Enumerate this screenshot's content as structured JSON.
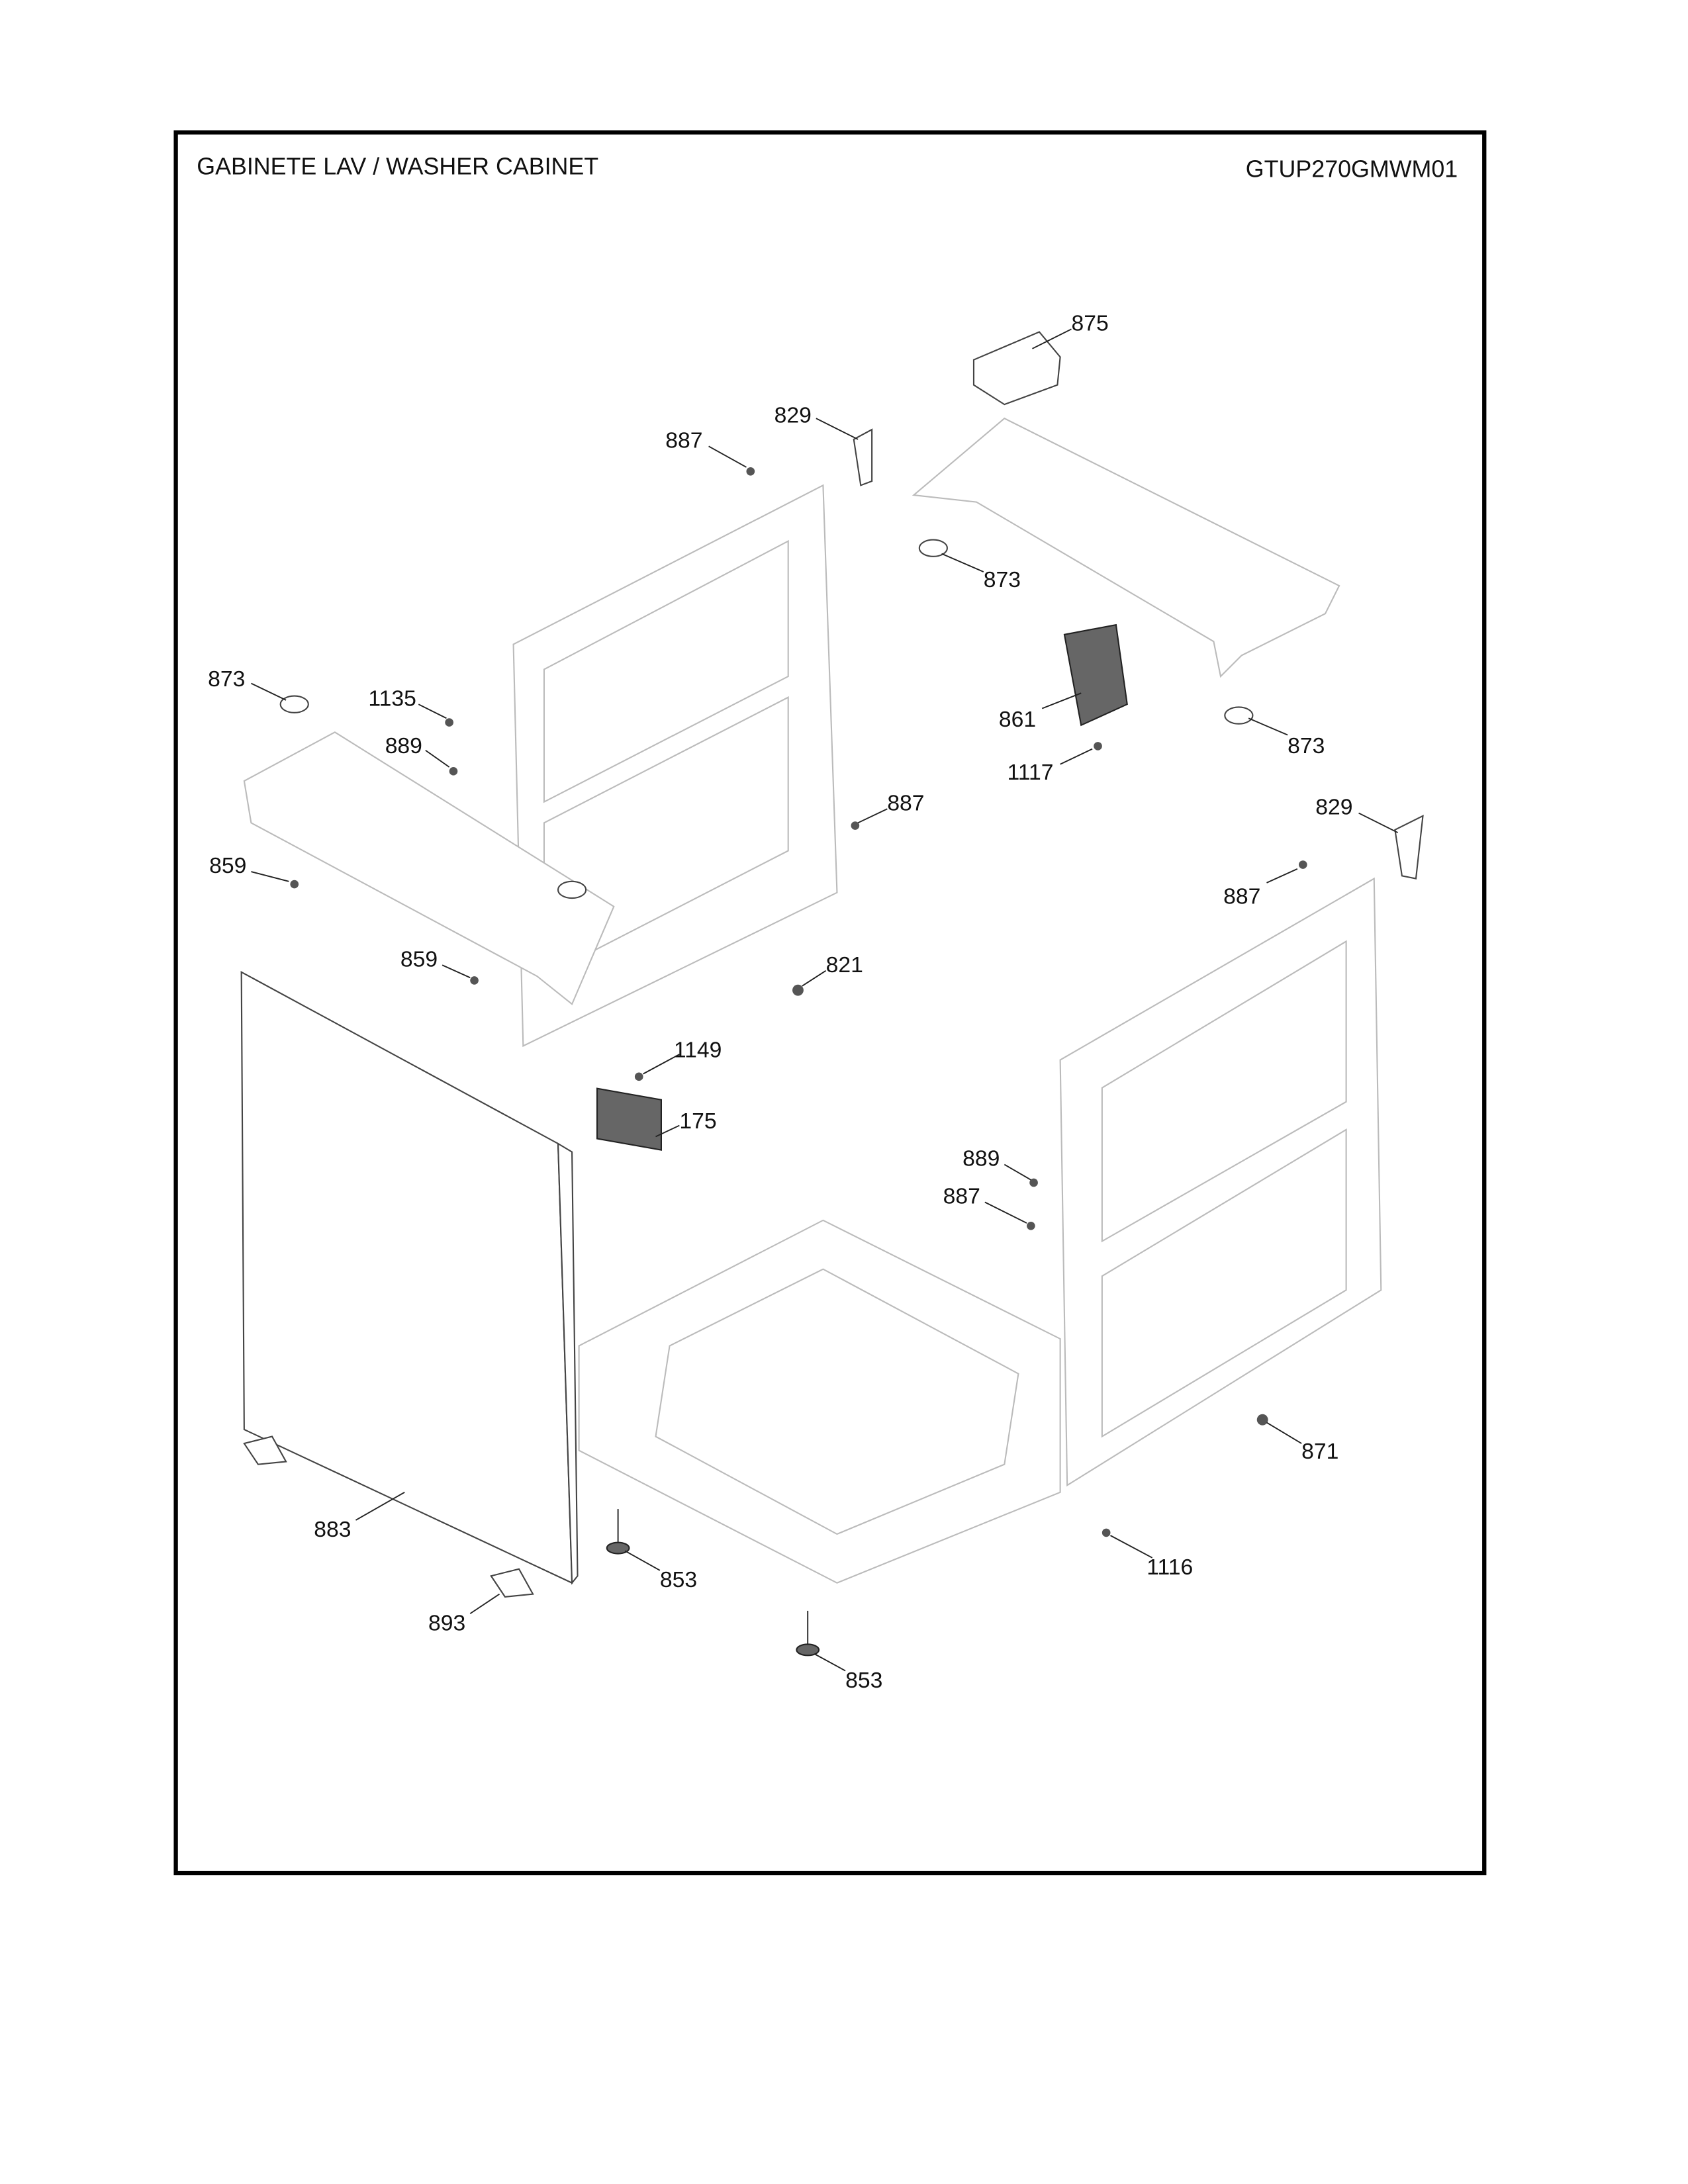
{
  "header": {
    "title": "GABINETE LAV / WASHER CABINET",
    "model": "GTUP270GMWM01"
  },
  "callouts": [
    "875",
    "829",
    "887",
    "873",
    "873",
    "1135",
    "889",
    "861",
    "1117",
    "873",
    "887",
    "829",
    "859",
    "887",
    "859",
    "821",
    "1149",
    "175",
    "889",
    "887",
    "871",
    "883",
    "1116",
    "853",
    "893",
    "853"
  ]
}
